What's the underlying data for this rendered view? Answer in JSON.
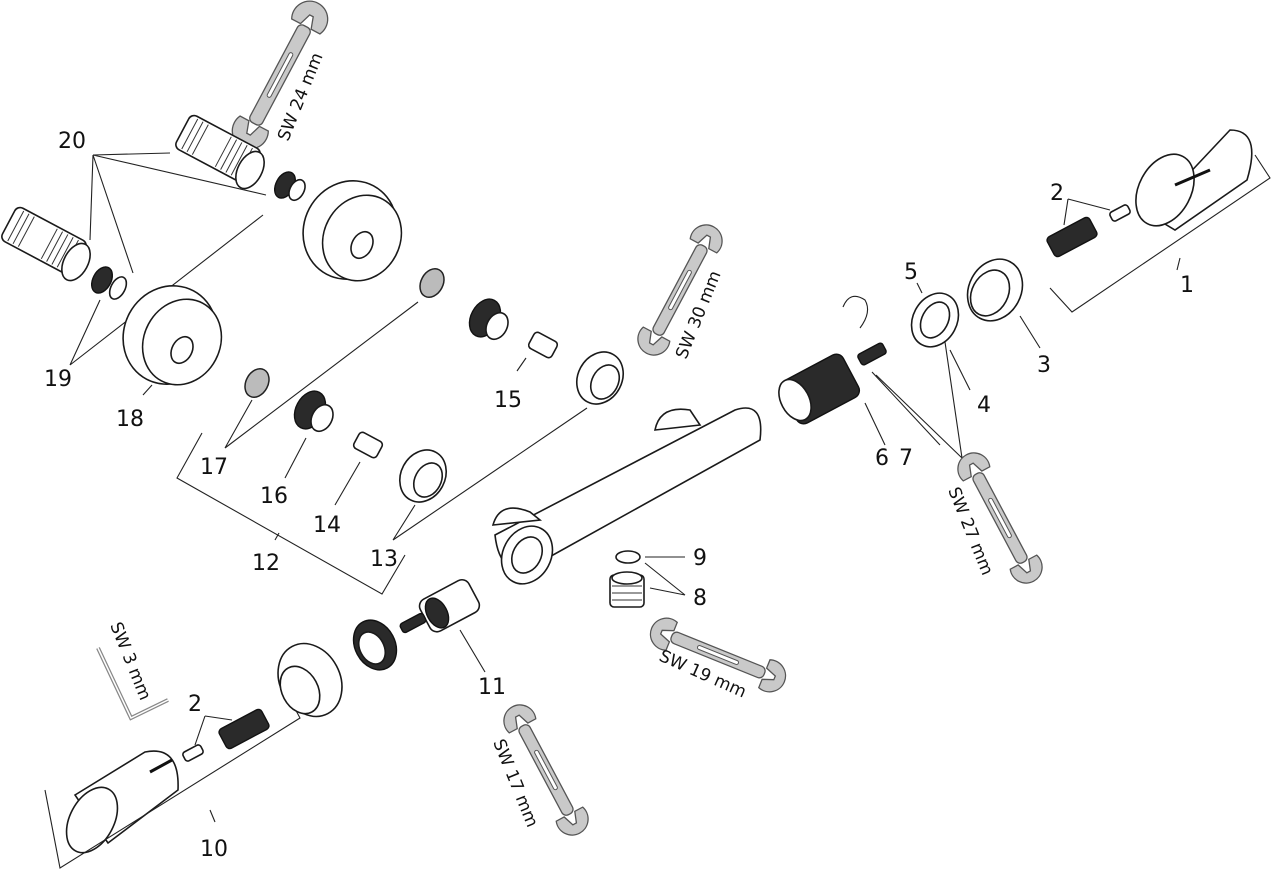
{
  "diagram": {
    "type": "exploded-parts-view",
    "colors": {
      "line": "#1a1a1a",
      "tool_fill": "#c9c9c9",
      "background": "#ffffff"
    },
    "part_labels": [
      {
        "id": "p1",
        "text": "1"
      },
      {
        "id": "p2a",
        "text": "2"
      },
      {
        "id": "p2b",
        "text": "2"
      },
      {
        "id": "p3",
        "text": "3"
      },
      {
        "id": "p4",
        "text": "4"
      },
      {
        "id": "p5",
        "text": "5"
      },
      {
        "id": "p6",
        "text": "6"
      },
      {
        "id": "p7",
        "text": "7"
      },
      {
        "id": "p8",
        "text": "8"
      },
      {
        "id": "p9",
        "text": "9"
      },
      {
        "id": "p10",
        "text": "10"
      },
      {
        "id": "p11",
        "text": "11"
      },
      {
        "id": "p12",
        "text": "12"
      },
      {
        "id": "p13",
        "text": "13"
      },
      {
        "id": "p14",
        "text": "14"
      },
      {
        "id": "p15",
        "text": "15"
      },
      {
        "id": "p16",
        "text": "16"
      },
      {
        "id": "p17",
        "text": "17"
      },
      {
        "id": "p18",
        "text": "18"
      },
      {
        "id": "p19",
        "text": "19"
      },
      {
        "id": "p20",
        "text": "20"
      }
    ],
    "tool_labels": {
      "sw24": "SW 24 mm",
      "sw30": "SW 30 mm",
      "sw27": "SW 27 mm",
      "sw19": "SW 19 mm",
      "sw17": "SW 17 mm",
      "sw3": "SW 3 mm"
    }
  }
}
